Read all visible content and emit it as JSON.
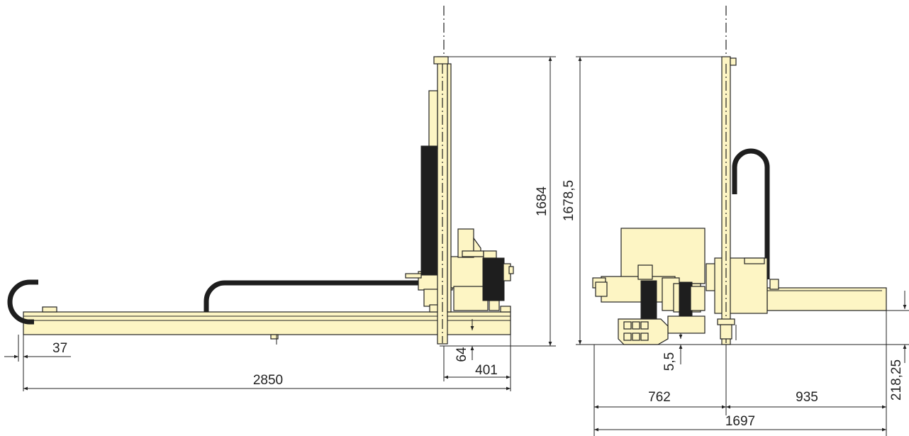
{
  "colors": {
    "part": "#fdf5c4",
    "cable": "#1e1e1e",
    "line": "#222222"
  },
  "dimensions": {
    "side_view": {
      "total_length": "2850",
      "height": "1684",
      "end_offset": "37",
      "column_offset": "401",
      "clearance": "64"
    },
    "front_view": {
      "height": "1678,5",
      "left_width": "762",
      "right_width": "935",
      "total_width": "1697",
      "beam_height": "218,25",
      "clearance": "5,5"
    }
  }
}
